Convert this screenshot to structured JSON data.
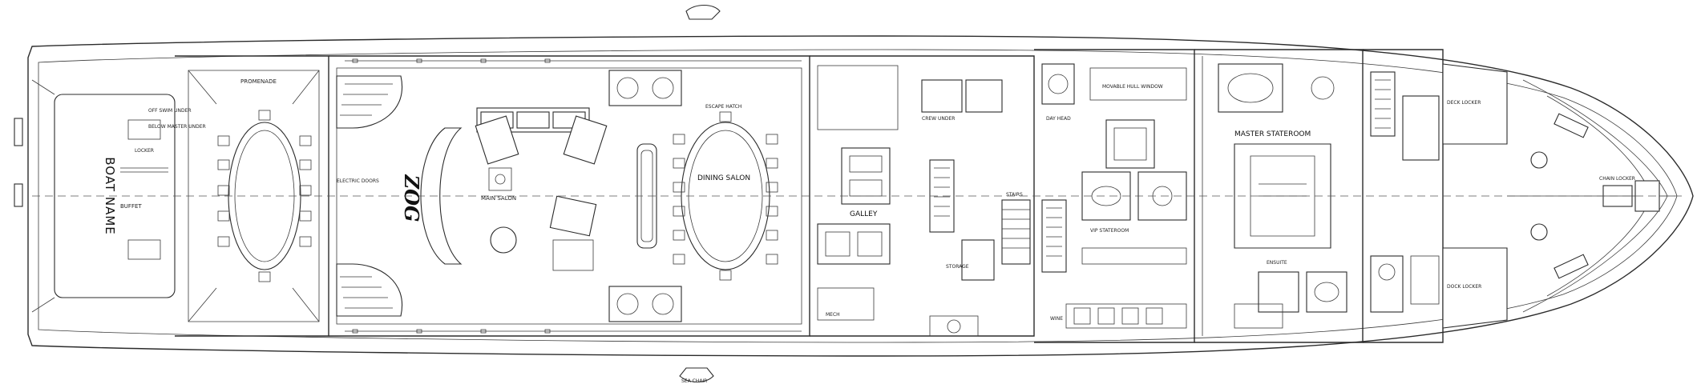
{
  "drawing": {
    "boat_name": "BOAT NAME",
    "logo_text": "ZOG",
    "labels": {
      "promenade": "PROMENADE",
      "swim_platform": "OFF SWIM UNDER",
      "master_under": "BELOW MASTER UNDER",
      "buffet": "BUFFET",
      "gear_locker": "LOCKER",
      "electric_doors": "ELECTRIC DOORS",
      "main_salon": "MAIN SALON",
      "dining_salon": "DINING SALON",
      "escape_hatch": "ESCAPE HATCH",
      "galley": "GALLEY",
      "crew_quarters": "CREW UNDER",
      "storage": "STORAGE",
      "master_stateroom": "MASTER STATEROOM",
      "vip_stateroom": "VIP STATEROOM",
      "movable_hull_window": "MOVABLE HULL WINDOW",
      "ensuite": "ENSUITE",
      "anchor_locker": "CHAIN LOCKER",
      "deck_locker": "DECK LOCKER",
      "sea_chair": "SEA CHAIR",
      "stairs": "STAIRS",
      "wine": "WINE",
      "mech": "MECH",
      "day_head": "DAY HEAD",
      "dock_locker": "DOCK LOCKER"
    }
  }
}
